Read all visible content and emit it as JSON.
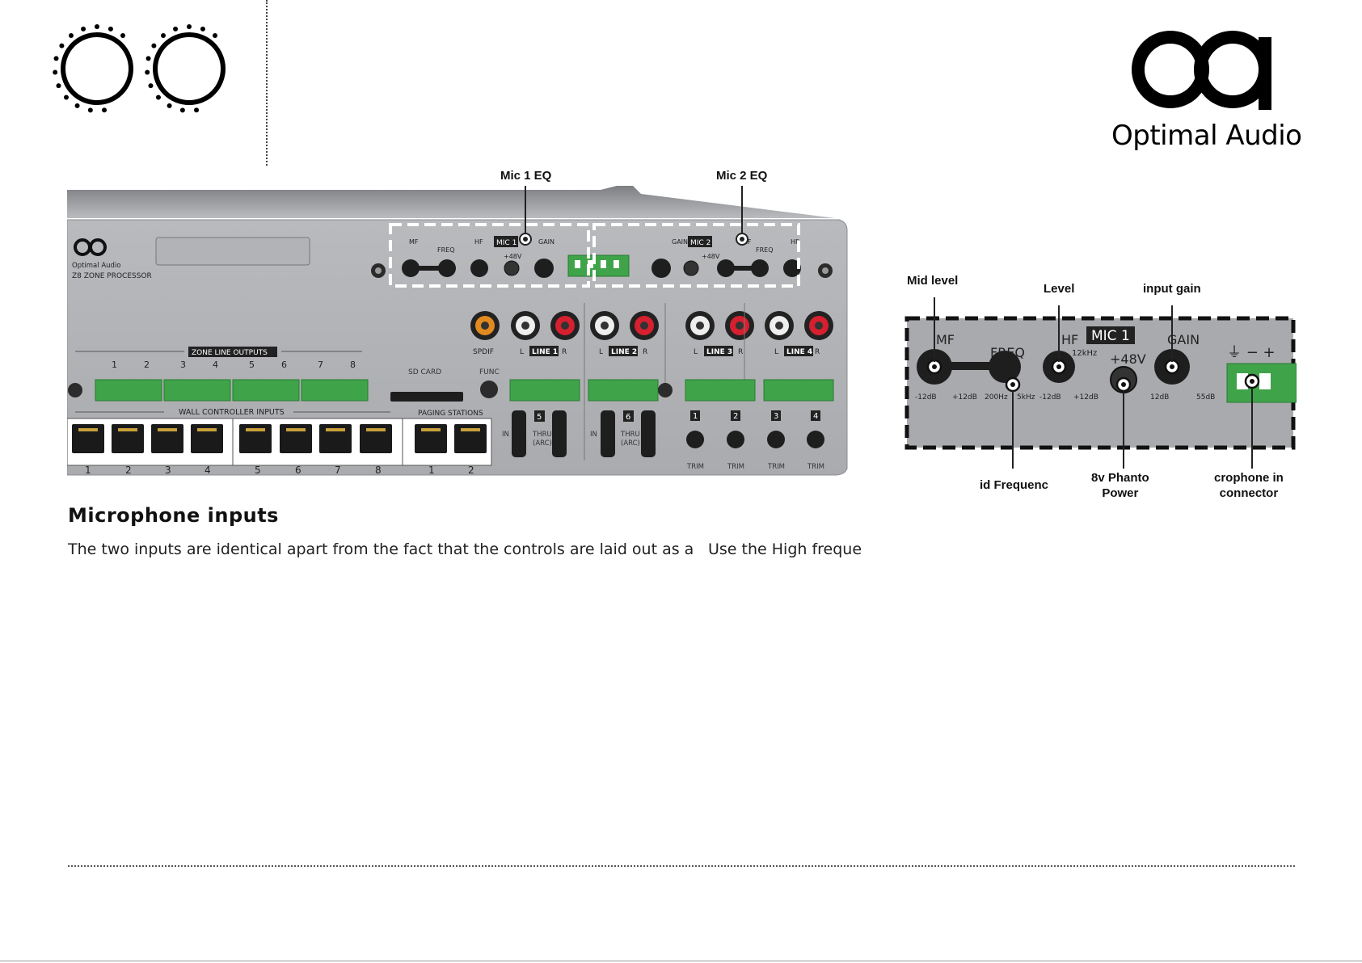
{
  "brand": {
    "name": "Optimal Audio",
    "logo_text": "oa"
  },
  "panel": {
    "brand": "Optimal Audio",
    "model": "Z8 ZONE PROCESSOR",
    "mic1_badge": "MIC 1",
    "mic2_badge": "MIC 2",
    "mic1_labels": [
      "MF",
      "FREQ",
      "HF",
      "+48V",
      "GAIN"
    ],
    "mic2_labels": [
      "GAIN",
      "+48V",
      "MF",
      "FREQ",
      "HF"
    ],
    "zone_outputs_label": "ZONE LINE OUTPUTS",
    "zone_numbers": [
      "1",
      "2",
      "3",
      "4",
      "5",
      "6",
      "7",
      "8"
    ],
    "wall_controller_label": "WALL CONTROLLER INPUTS",
    "wall_numbers": [
      "1",
      "2",
      "3",
      "4",
      "5",
      "6",
      "7",
      "8"
    ],
    "paging_label": "PAGING STATIONS",
    "paging_numbers": [
      "1",
      "2"
    ],
    "sd_card": "SD CARD",
    "func": "FUNC",
    "spdif": "SPDIF",
    "line_labels": [
      "LINE 1",
      "LINE 2",
      "LINE 3",
      "LINE 4"
    ],
    "hdmi_numbers": [
      "5",
      "6"
    ],
    "hdmi_in": "IN",
    "hdmi_thru": "THRU (ARC)",
    "trim_numbers": [
      "1",
      "2",
      "3",
      "4"
    ],
    "trim_label": "TRIM"
  },
  "callouts": {
    "mic1_eq": "Mic 1 EQ",
    "mic2_eq": "Mic 2 EQ",
    "mid_level": "Mid level",
    "level": "Level",
    "input_gain": "input gain",
    "mid_frequency": "id Frequenc",
    "phantom_line1": "8v Phanto",
    "phantom_line2": "Power",
    "connector_line1": "crophone in",
    "connector_line2": "connector"
  },
  "detail": {
    "badge": "MIC 1",
    "labels": [
      "MF",
      "FREQ",
      "HF",
      "12kHz",
      "+48V",
      "GAIN"
    ],
    "scale_labels": [
      "-12dB",
      "+12dB",
      "200Hz",
      "5kHz",
      "-12dB",
      "+12dB",
      "12dB",
      "55dB"
    ]
  },
  "content": {
    "heading": "Microphone inputs",
    "paragraph": "The two inputs are identical apart from the fact that the controls are laid out as a",
    "paragraph2": "Use the High freque"
  }
}
